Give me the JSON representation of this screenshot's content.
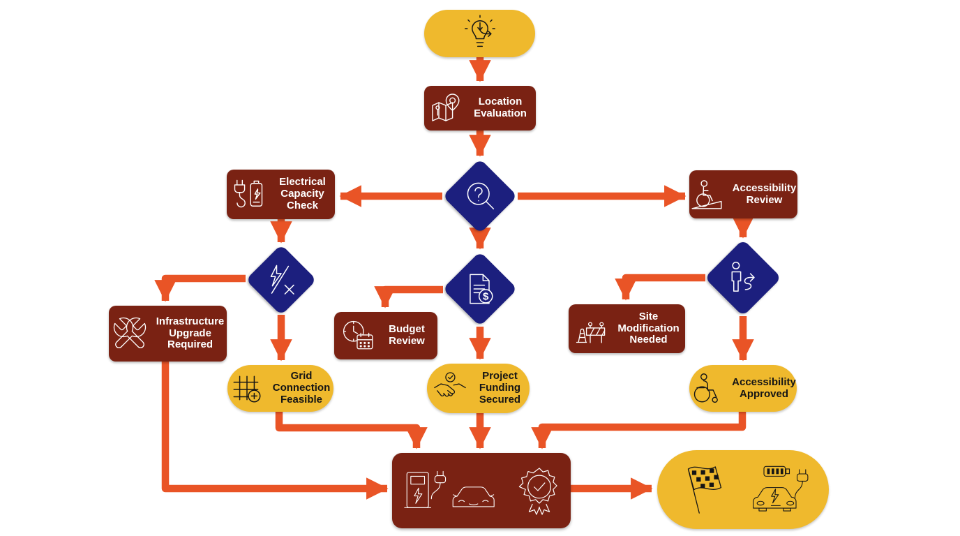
{
  "colors": {
    "arrow_orange": "#E95426",
    "process_maroon": "#7A2213",
    "decision_navy": "#1C1F7E",
    "terminal_yellow": "#EFB92D",
    "text_on_dark": "#FFFFFF",
    "text_on_yellow": "#151515"
  },
  "nodes": {
    "start": {
      "type": "terminal",
      "icon": "idea-lightbulb-icon"
    },
    "location_evaluation": {
      "type": "process",
      "icon": "map-location-pin-icon",
      "label": "Location Evaluation"
    },
    "site_review_decision": {
      "type": "decision",
      "icon": "magnifier-question-icon"
    },
    "electrical_capacity_check": {
      "type": "process",
      "icon": "plug-battery-icon",
      "label": "Electrical Capacity Check"
    },
    "accessibility_review": {
      "type": "process",
      "icon": "wheelchair-ramp-icon",
      "label": "Accessibility Review"
    },
    "power_decision": {
      "type": "decision",
      "icon": "lightning-slash-x-icon"
    },
    "budget_decision": {
      "type": "decision",
      "icon": "document-dollar-icon"
    },
    "accessibility_decision": {
      "type": "decision",
      "icon": "person-route-icon"
    },
    "infrastructure_upgrade_required": {
      "type": "process",
      "icon": "crossed-wrenches-icon",
      "label": "Infrastructure Upgrade Required"
    },
    "budget_review": {
      "type": "process",
      "icon": "clock-calendar-icon",
      "label": "Budget Review"
    },
    "site_modification_needed": {
      "type": "process",
      "icon": "construction-barrier-icon",
      "label": "Site Modification Needed"
    },
    "grid_connection_feasible": {
      "type": "terminal",
      "icon": "grid-plus-icon",
      "label": "Grid Connection Feasible"
    },
    "project_funding_secured": {
      "type": "terminal",
      "icon": "handshake-check-icon",
      "label": "Project Funding Secured"
    },
    "accessibility_approved": {
      "type": "terminal",
      "icon": "wheelchair-icon",
      "label": "Accessibility Approved"
    },
    "installation_approved": {
      "type": "process",
      "icons": [
        "ev-charging-station-car-icon",
        "award-badge-icon"
      ]
    },
    "end": {
      "type": "terminal",
      "icons": [
        "checkered-flag-icon",
        "electric-car-plug-icon"
      ]
    }
  },
  "edges": [
    {
      "from": "start",
      "to": "location_evaluation"
    },
    {
      "from": "location_evaluation",
      "to": "site_review_decision"
    },
    {
      "from": "site_review_decision",
      "to": "electrical_capacity_check"
    },
    {
      "from": "site_review_decision",
      "to": "accessibility_review"
    },
    {
      "from": "site_review_decision",
      "to": "budget_decision"
    },
    {
      "from": "electrical_capacity_check",
      "to": "power_decision"
    },
    {
      "from": "accessibility_review",
      "to": "accessibility_decision"
    },
    {
      "from": "power_decision",
      "to": "infrastructure_upgrade_required"
    },
    {
      "from": "power_decision",
      "to": "grid_connection_feasible"
    },
    {
      "from": "budget_decision",
      "to": "budget_review"
    },
    {
      "from": "budget_decision",
      "to": "project_funding_secured"
    },
    {
      "from": "accessibility_decision",
      "to": "site_modification_needed"
    },
    {
      "from": "accessibility_decision",
      "to": "accessibility_approved"
    },
    {
      "from": "grid_connection_feasible",
      "to": "installation_approved"
    },
    {
      "from": "project_funding_secured",
      "to": "installation_approved"
    },
    {
      "from": "accessibility_approved",
      "to": "installation_approved"
    },
    {
      "from": "infrastructure_upgrade_required",
      "to": "installation_approved"
    },
    {
      "from": "installation_approved",
      "to": "end"
    }
  ]
}
